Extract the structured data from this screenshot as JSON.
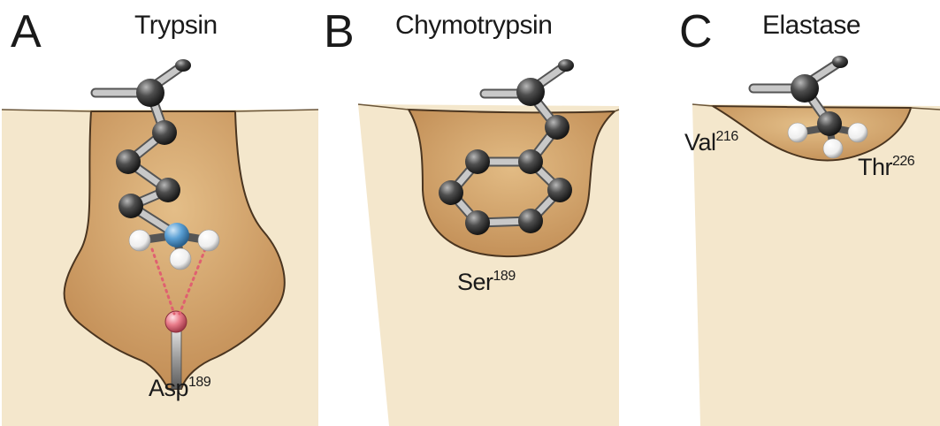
{
  "panels": [
    {
      "letter": "A",
      "enzyme": "Trypsin",
      "residues": [
        {
          "name": "Asp",
          "number": "189"
        }
      ]
    },
    {
      "letter": "B",
      "enzyme": "Chymotrypsin",
      "residues": [
        {
          "name": "Ser",
          "number": "189"
        }
      ]
    },
    {
      "letter": "C",
      "enzyme": "Elastase",
      "residues": [
        {
          "name": "Val",
          "number": "216"
        },
        {
          "name": "Thr",
          "number": "226"
        }
      ]
    }
  ],
  "colors": {
    "protein_surface": "#f4e7cc",
    "pocket_fill": "#c99a62",
    "pocket_outline": "#4a3520",
    "carbon_atom": "#4a4a4a",
    "hydrogen_atom": "#f4f4f4",
    "nitrogen_atom": "#5a9fd4",
    "oxygen_atom": "#e97c8a",
    "salt_bridge": "#e06070"
  },
  "icons": {
    "carbon": "dark-sphere-icon",
    "hydrogen": "white-sphere-icon",
    "nitrogen": "blue-sphere-icon",
    "oxygen": "pink-sphere-icon"
  }
}
